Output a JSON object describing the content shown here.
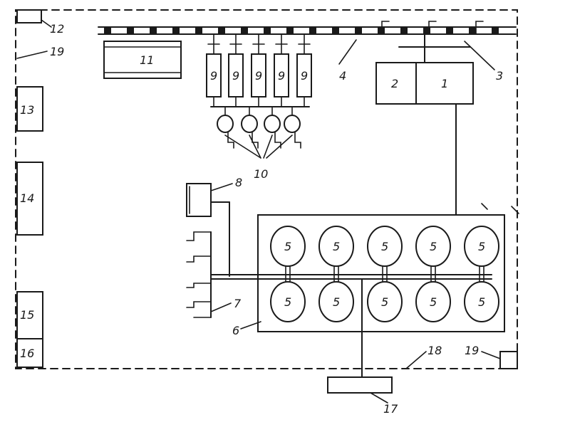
{
  "labels": {
    "n1": "1",
    "n2": "2",
    "n3": "3",
    "n4": "4",
    "n5": "5",
    "n6": "6",
    "n7": "7",
    "n8": "8",
    "n9": "9",
    "n10": "10",
    "n11": "11",
    "n12": "12",
    "n13": "13",
    "n14": "14",
    "n15": "15",
    "n16": "16",
    "n17": "17",
    "n18": "18",
    "n19": "19"
  }
}
